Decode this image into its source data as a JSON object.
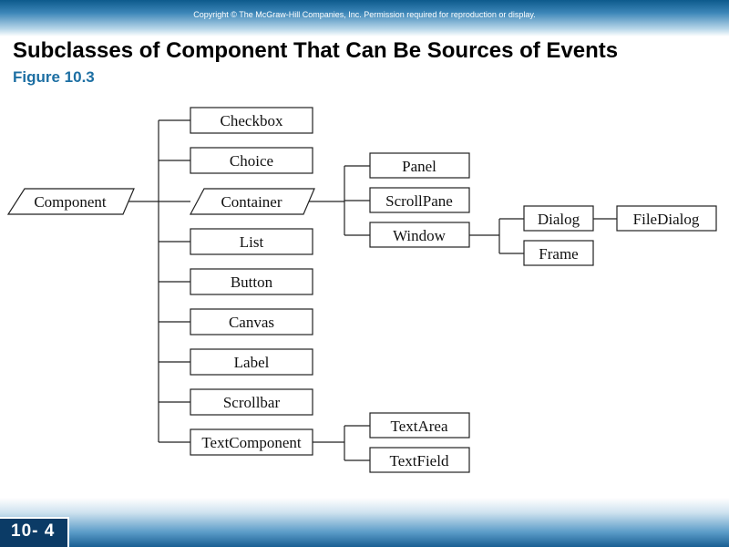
{
  "header": {
    "copyright": "Copyright © The McGraw-Hill Companies, Inc. Permission required for reproduction or display."
  },
  "slide": {
    "title": "Subclasses of Component That Can Be Sources of Events",
    "subtitle": "Figure 10.3",
    "page_number": "10- 4"
  },
  "diagram": {
    "root": "Component",
    "component_children": [
      "Checkbox",
      "Choice",
      "Container",
      "List",
      "Button",
      "Canvas",
      "Label",
      "Scrollbar",
      "TextComponent"
    ],
    "container_children": [
      "Panel",
      "ScrollPane",
      "Window"
    ],
    "window_children": [
      "Dialog",
      "Frame"
    ],
    "dialog_children": [
      "FileDialog"
    ],
    "textcomponent_children": [
      "TextArea",
      "TextField"
    ],
    "abstract_classes": [
      "Component",
      "Container"
    ]
  }
}
